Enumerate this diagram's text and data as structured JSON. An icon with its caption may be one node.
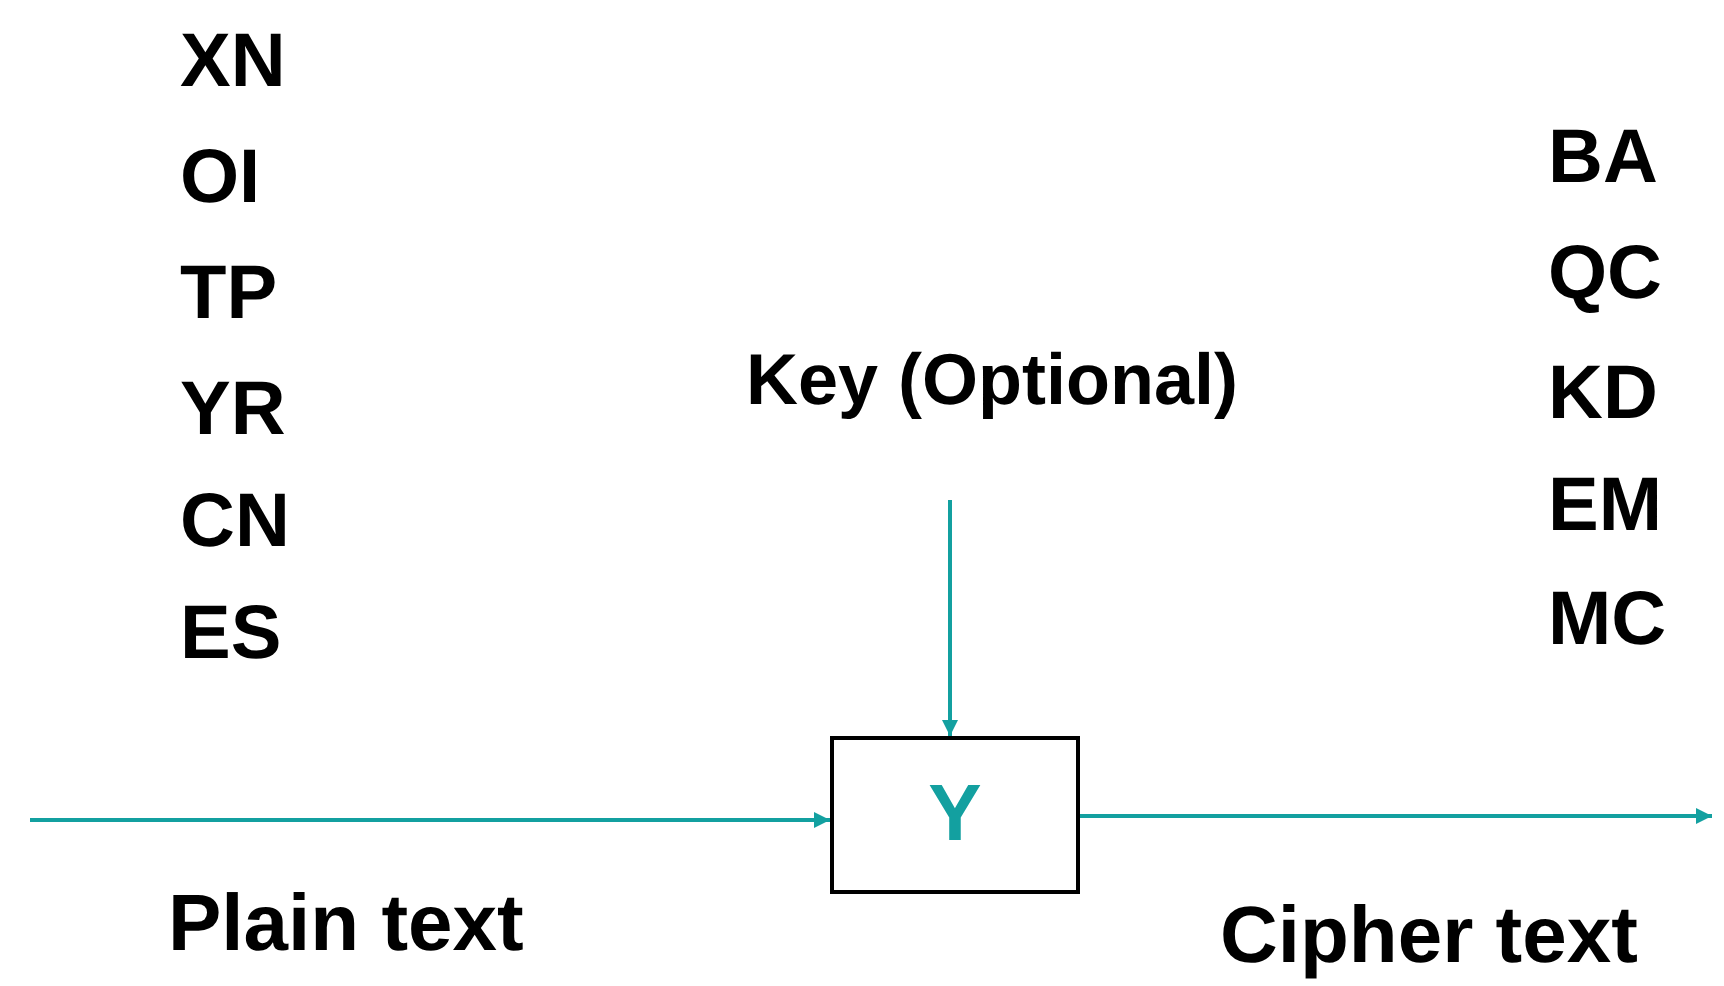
{
  "diagram": {
    "nodes": [
      {
        "text": [
          "Key (Optional)"
        ]
      },
      {
        "text": [
          "Y"
        ]
      }
    ],
    "edges": [
      {
        "from": 0,
        "to": 1,
        "arrow": "to"
      },
      {
        "from": null,
        "to": 1,
        "arrow": "to"
      },
      {
        "from": 1,
        "to": null,
        "arrow": "to"
      }
    ],
    "labels": [
      "XN",
      "OI",
      "TP",
      "YR",
      "CN",
      "ES",
      "BA",
      "QC",
      "KD",
      "EM",
      "MC",
      "Plain text",
      "Cipher text"
    ]
  }
}
